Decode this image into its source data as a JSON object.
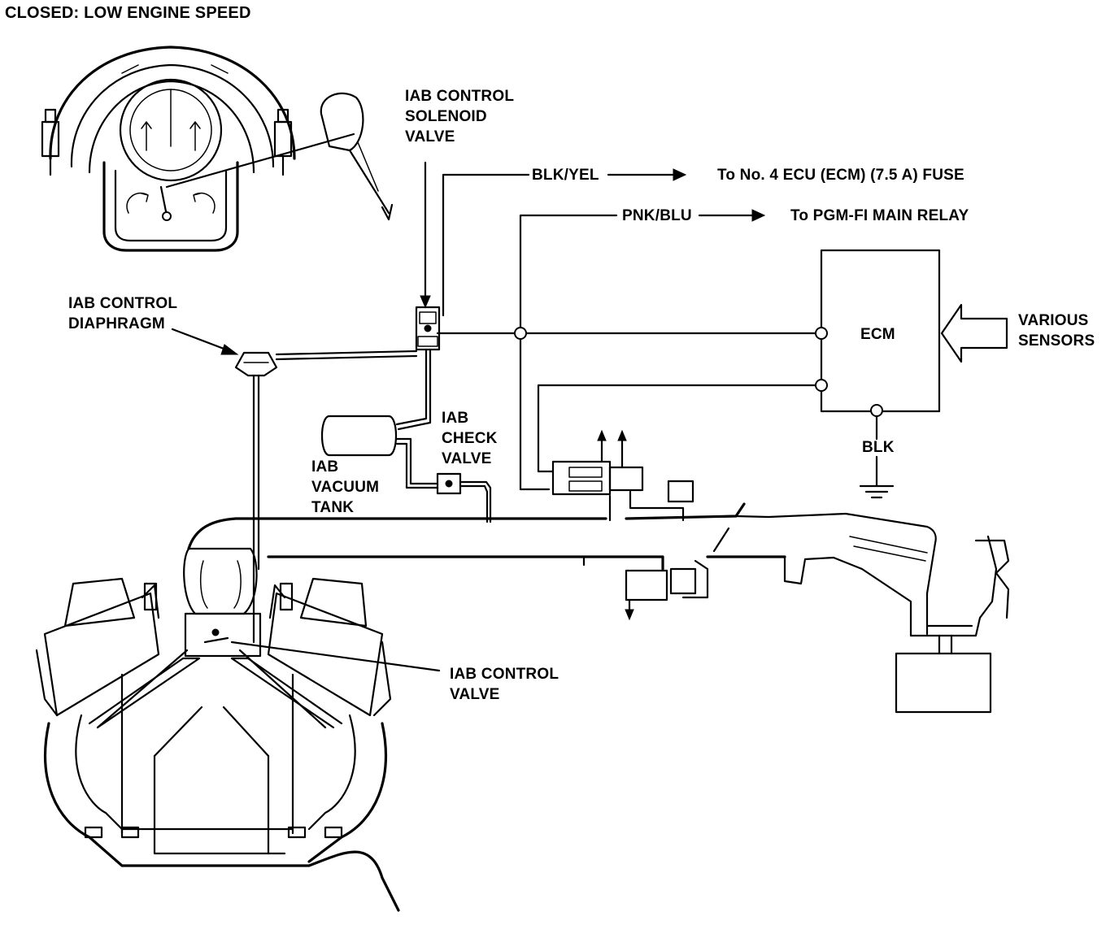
{
  "title": "CLOSED: LOW ENGINE SPEED",
  "labels": {
    "solenoid": [
      "IAB CONTROL",
      "SOLENOID",
      "VALVE"
    ],
    "diaphragm": [
      "IAB CONTROL",
      "DIAPHRAGM"
    ],
    "check_valve": [
      "IAB",
      "CHECK",
      "VALVE"
    ],
    "vacuum_tank": [
      "IAB",
      "VACUUM",
      "TANK"
    ],
    "control_valve": [
      "IAB CONTROL",
      "VALVE"
    ],
    "ecm": "ECM",
    "sensors": [
      "VARIOUS",
      "SENSORS"
    ],
    "blk": "BLK"
  },
  "wires": {
    "blk_yel": {
      "color_code": "BLK/YEL",
      "destination": "To No. 4 ECU (ECM) (7.5 A) FUSE"
    },
    "pnk_blu": {
      "color_code": "PNK/BLU",
      "destination": "To PGM-FI MAIN RELAY"
    }
  }
}
